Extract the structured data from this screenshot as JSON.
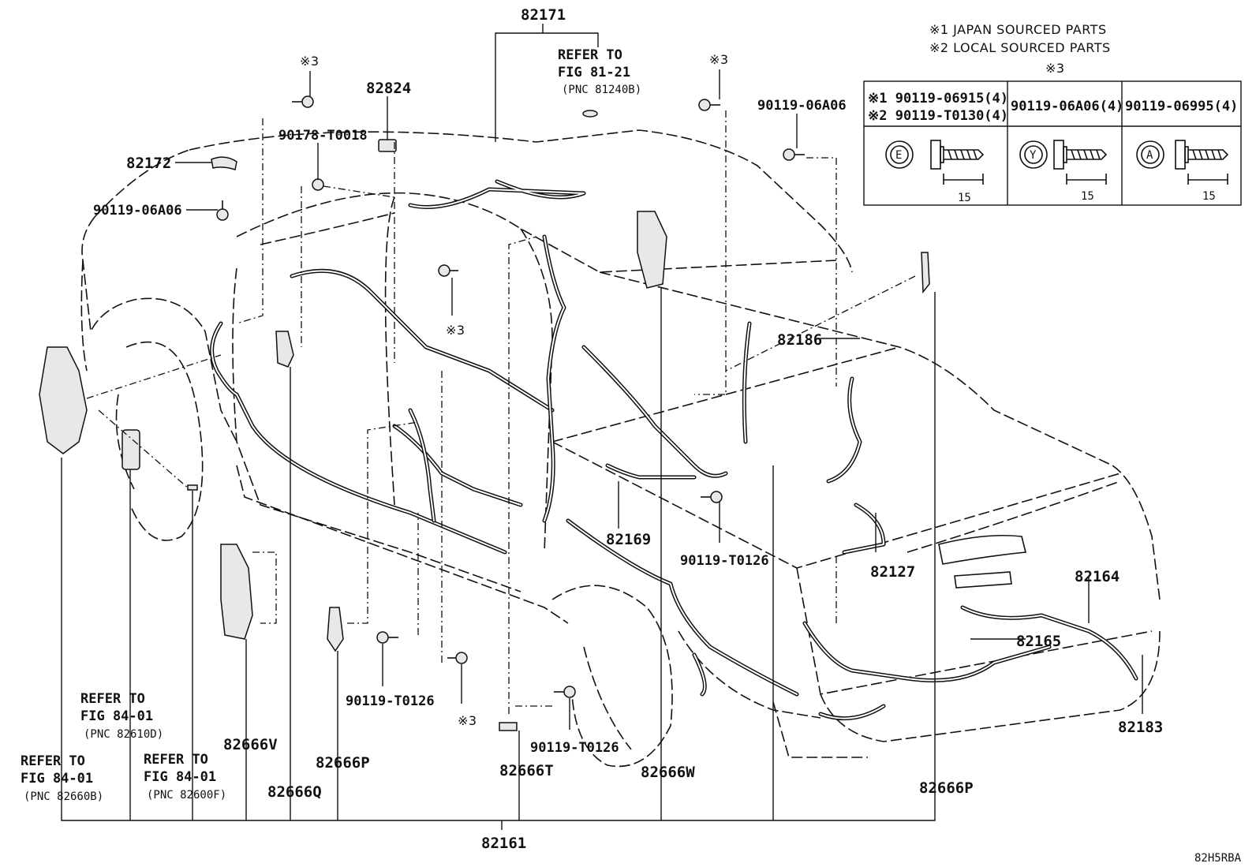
{
  "diagram": {
    "code": "82H5RBA",
    "notes": {
      "japan": "※1 JAPAN SOURCED PARTS",
      "local": "※2 LOCAL SOURCED PARTS",
      "ref3": "※3"
    },
    "bolt_table": {
      "col1_row1": "※1 90119-06915(4)",
      "col1_row2": "※2 90119-T0130(4)",
      "col2": "90119-06A06(4)",
      "col3": "90119-06995(4)",
      "mark1": "E",
      "mark2": "Y",
      "mark3": "A",
      "dim": "15"
    },
    "refs": {
      "r1": {
        "l1": "REFER TO",
        "l2": "FIG 81-21",
        "l3": "(PNC 81240B)"
      },
      "r2": {
        "l1": "REFER TO",
        "l2": "FIG 84-01",
        "l3": "(PNC 82610D)"
      },
      "r3": {
        "l1": "REFER TO",
        "l2": "FIG 84-01",
        "l3": "(PNC 82660B)"
      },
      "r4": {
        "l1": "REFER TO",
        "l2": "FIG 84-01",
        "l3": "(PNC 82600F)"
      }
    },
    "parts": {
      "p82171": "82171",
      "p82824": "82824",
      "p90178": "90178-T0018",
      "p82172": "82172",
      "p9011906A06_l": "90119-06A06",
      "p9011906A06_r": "90119-06A06",
      "p82186": "82186",
      "p82169": "82169",
      "p90119T0126_m": "90119-T0126",
      "p82127": "82127",
      "p82164": "82164",
      "p82165": "82165",
      "p82183": "82183",
      "p90119T0126_l": "90119-T0126",
      "p90119T0126_b": "90119-T0126",
      "p82666V": "82666V",
      "p82666P_l": "82666P",
      "p82666Q": "82666Q",
      "p82666T": "82666T",
      "p82666W": "82666W",
      "p82666P_r": "82666P",
      "p82161": "82161",
      "s3_a": "※3",
      "s3_b": "※3",
      "s3_c": "※3",
      "s3_d": "※3"
    }
  }
}
